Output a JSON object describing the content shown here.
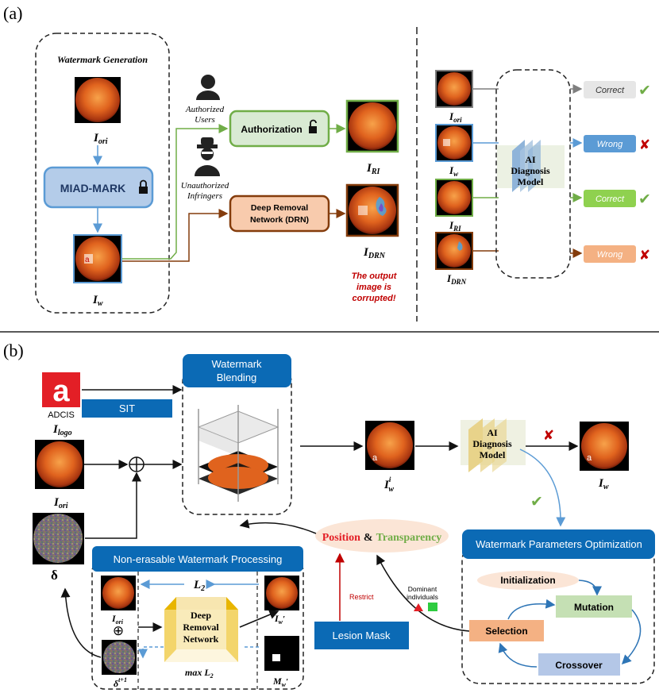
{
  "panel_a": {
    "label": "(a)",
    "watermark_generation": "Watermark Generation",
    "i_ori": "I",
    "i_ori_sub": "ori",
    "miad_mark": "MIAD-MARK",
    "i_w": "I",
    "i_w_sub": "w",
    "authorized_users_1": "Authorized",
    "authorized_users_2": "Users",
    "unauthorized_1": "Unauthorized",
    "unauthorized_2": "Infringers",
    "authorization": "Authorization",
    "drn_1": "Deep Removal",
    "drn_2": "Network (DRN)",
    "i_ri": "I",
    "i_ri_sub": "RI",
    "i_drn": "I",
    "i_drn_sub": "DRN",
    "corrupted_1": "The output",
    "corrupted_2": "image is",
    "corrupted_3": "corrupted!",
    "ai_model_1": "AI",
    "ai_model_2": "Diagnosis",
    "ai_model_3": "Model",
    "results": [
      {
        "label": "Correct",
        "mark": "✔"
      },
      {
        "label": "Wrong",
        "mark": "✘"
      },
      {
        "label": "Correct",
        "mark": "✔"
      },
      {
        "label": "Wrong",
        "mark": "✘"
      }
    ],
    "right_labels": [
      {
        "main": "I",
        "sub": "ori"
      },
      {
        "main": "I",
        "sub": "w"
      },
      {
        "main": "I",
        "sub": "RI"
      },
      {
        "main": "I",
        "sub": "DRN"
      }
    ]
  },
  "panel_b": {
    "label": "(b)",
    "logo_text": "ADCIS",
    "i_logo": "I",
    "i_logo_sub": "logo",
    "sit": "SIT",
    "watermark_blending_1": "Watermark",
    "watermark_blending_2": "Blending",
    "i_ori": "I",
    "i_ori_sub": "ori",
    "delta": "δ",
    "plus": "⊕",
    "i_w_i": "I",
    "i_w_i_sup": "i",
    "i_w_i_sub": "w",
    "ai_model_1": "AI",
    "ai_model_2": "Diagnosis",
    "ai_model_3": "Model",
    "i_w": "I",
    "i_w_sub": "w",
    "position": "Position",
    "amp": "&",
    "transparency": "Transparency",
    "non_erasable": "Non-erasable Watermark Processing",
    "l2": "L",
    "l2_sub": "2",
    "drn_1": "Deep",
    "drn_2": "Removal",
    "drn_3": "Network",
    "max_l2": "max L",
    "max_l2_sub": "2",
    "i_ori_small": "I",
    "i_ori_small_sub": "ori",
    "i_w_prime": "I",
    "i_w_prime_sub": "w",
    "i_w_prime_mark": "′",
    "m_w_prime": "M",
    "m_w_prime_sub": "w",
    "m_w_prime_mark": "′",
    "delta_t": "δ",
    "delta_t_sup": "t+1",
    "restrict": "Restrict",
    "lesion_mask": "Lesion Mask",
    "dominant_1": "Dominant",
    "dominant_2": "individuals",
    "wpo": "Watermark Parameters Optimization",
    "initialization": "Initialization",
    "mutation": "Mutation",
    "selection": "Selection",
    "crossover": "Crossover"
  },
  "colors": {
    "blue_box": "#0b6ab5",
    "green": "#70ad47",
    "orange": "#c55a11",
    "red": "#c00000",
    "correct_grey": "#e6e6e6",
    "wrong_blue": "#5b9bd5",
    "correct_green": "#8fd14f",
    "wrong_orange": "#f4b183"
  }
}
